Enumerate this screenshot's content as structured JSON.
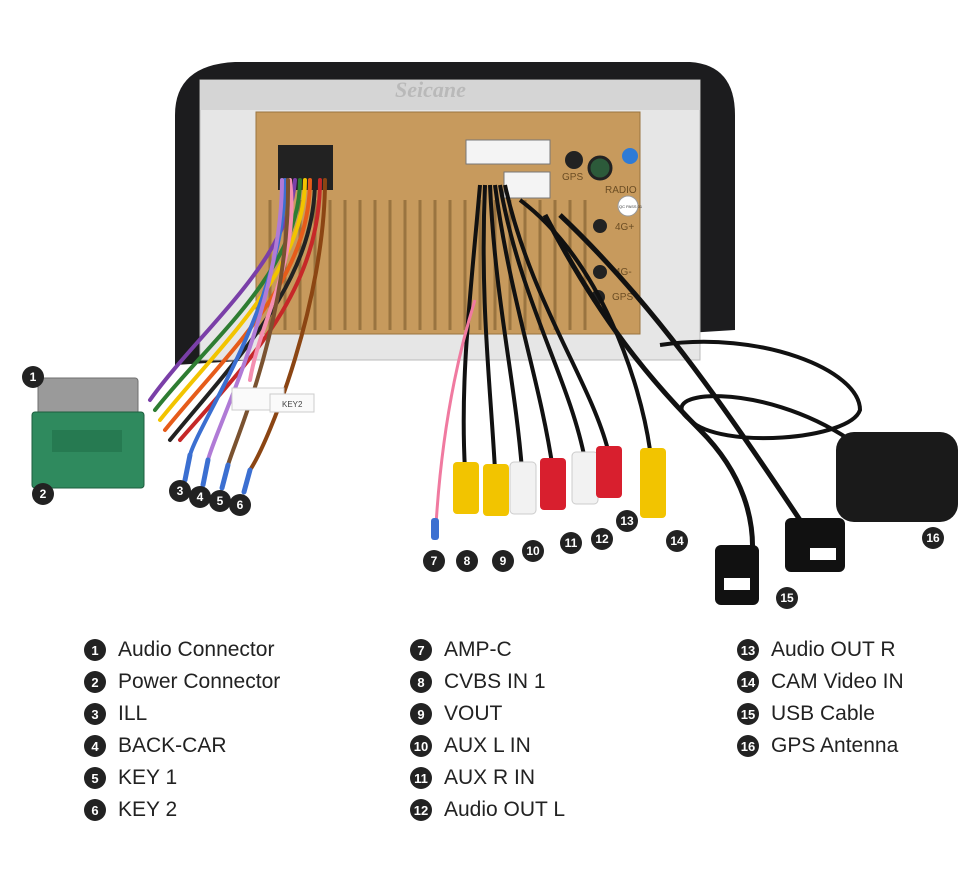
{
  "brand": "Seicane",
  "panel_labels": [
    "GPS",
    "RADIO",
    "4G+",
    "4G-",
    "GPS"
  ],
  "qc_sticker": "QC PASS 01",
  "tag_text": "KEY2",
  "legend": [
    {
      "num": "1",
      "label": "Audio Connector"
    },
    {
      "num": "2",
      "label": "Power Connector"
    },
    {
      "num": "3",
      "label": "ILL"
    },
    {
      "num": "4",
      "label": "BACK-CAR"
    },
    {
      "num": "5",
      "label": "KEY 1"
    },
    {
      "num": "6",
      "label": "KEY 2"
    },
    {
      "num": "7",
      "label": "AMP-C"
    },
    {
      "num": "8",
      "label": "CVBS IN 1"
    },
    {
      "num": "9",
      "label": "VOUT"
    },
    {
      "num": "10",
      "label": "AUX L IN"
    },
    {
      "num": "11",
      "label": "AUX R IN"
    },
    {
      "num": "12",
      "label": "Audio OUT L"
    },
    {
      "num": "13",
      "label": "Audio OUT R"
    },
    {
      "num": "14",
      "label": "CAM Video IN"
    },
    {
      "num": "15",
      "label": "USB Cable"
    },
    {
      "num": "16",
      "label": "GPS Antenna"
    }
  ],
  "colors": {
    "bezel": "#1c1c1e",
    "heatsink": "#c79a5d",
    "green_connector": "#2f8a5e",
    "grey_connector": "#9a9a9a",
    "rca_yellow": "#f2c400",
    "rca_white": "#f2f2f2",
    "rca_red": "#d81f2e"
  }
}
